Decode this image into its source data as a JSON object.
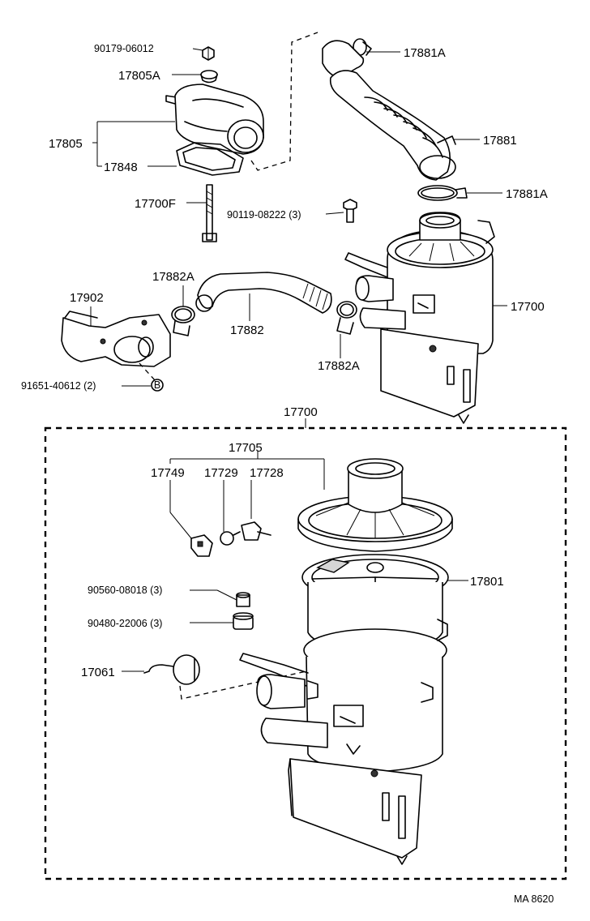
{
  "labels": {
    "p90179": "90179-06012",
    "p17805A": "17805A",
    "p17805": "17805",
    "p17848": "17848",
    "p17700F": "17700F",
    "p90119": "90119-08222 (3)",
    "p17881A_top": "17881A",
    "p17881": "17881",
    "p17881A_bot": "17881A",
    "p17902": "17902",
    "p17882A_left": "17882A",
    "p17882": "17882",
    "p17882A_right": "17882A",
    "p17700_right": "17700",
    "p91651": "91651-40612 (2)",
    "markB": "B",
    "p17700_box": "17700",
    "p17705": "17705",
    "p17749": "17749",
    "p17729": "17729",
    "p17728": "17728",
    "p17801": "17801",
    "p90560": "90560-08018 (3)",
    "p90480": "90480-22006 (3)",
    "p17061": "17061",
    "code": "MA  8620"
  }
}
